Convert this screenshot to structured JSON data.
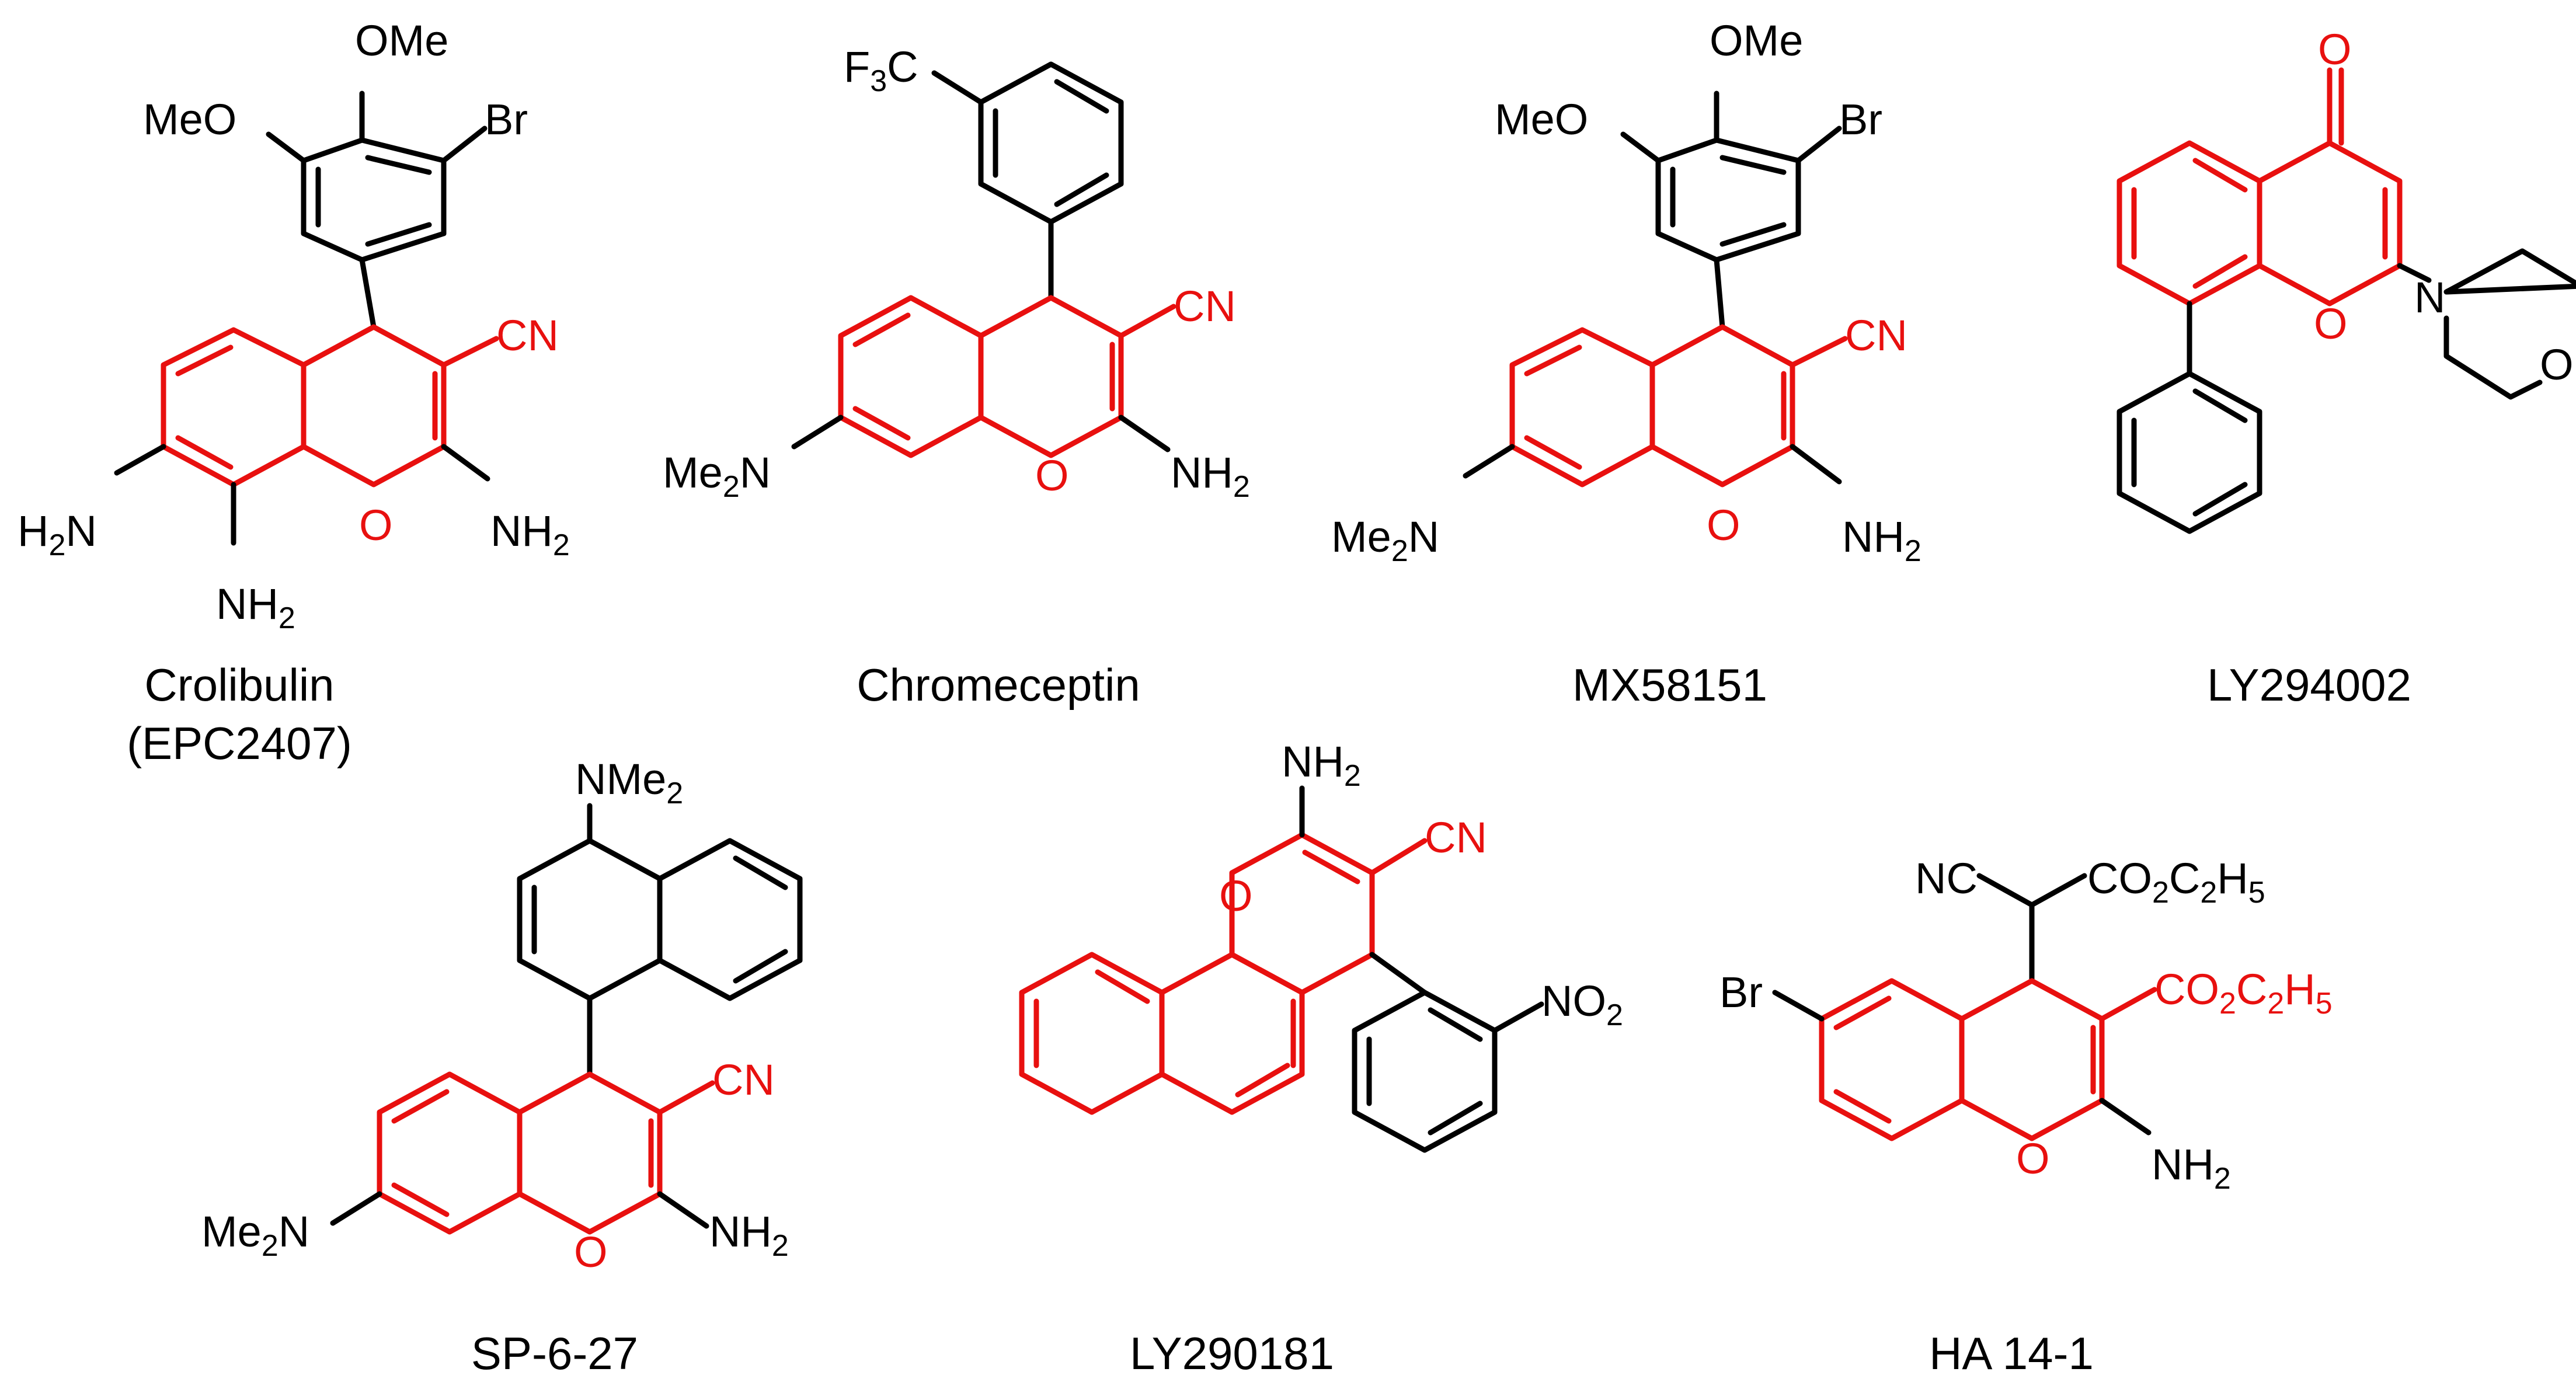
{
  "compounds": [
    {
      "name": "Crolibulin",
      "alt_name": "(EPC2407)",
      "groups": {
        "ome_top": "OMe",
        "meo": "MeO",
        "br": "Br",
        "cn": "CN",
        "nh2_right": "NH",
        "nh2_left": "H",
        "nh2_bottom": "NH",
        "o": "O"
      }
    },
    {
      "name": "Chromeceptin",
      "groups": {
        "cf3": "F",
        "c": "C",
        "cn": "CN",
        "me2n": "Me",
        "n": "N",
        "nh2": "NH",
        "o": "O"
      }
    },
    {
      "name": "MX58151",
      "groups": {
        "ome_top": "OMe",
        "meo": "MeO",
        "br": "Br",
        "cn": "CN",
        "me2n": "Me",
        "n": "N",
        "nh2": "NH",
        "o": "O"
      }
    },
    {
      "name": "LY294002",
      "groups": {
        "keto_o": "O",
        "ring_o": "O",
        "n": "N",
        "morph_o": "O"
      }
    },
    {
      "name": "SP-6-27",
      "groups": {
        "nme2": "NMe",
        "cn": "CN",
        "me2n": "Me",
        "n": "N",
        "nh2": "NH",
        "o": "O"
      }
    },
    {
      "name": "LY290181",
      "groups": {
        "nh2": "NH",
        "cn": "CN",
        "o": "O",
        "no2": "NO"
      }
    },
    {
      "name": "HA 14-1",
      "groups": {
        "nc": "NC",
        "co2et_top": "CO",
        "co2et_ring": "CO",
        "br": "Br",
        "nh2": "NH",
        "o": "O",
        "c": "C",
        "h": "H"
      }
    }
  ],
  "colors": {
    "scaffold": "#e8100f",
    "bonds": "#000000",
    "background": "#ffffff"
  }
}
